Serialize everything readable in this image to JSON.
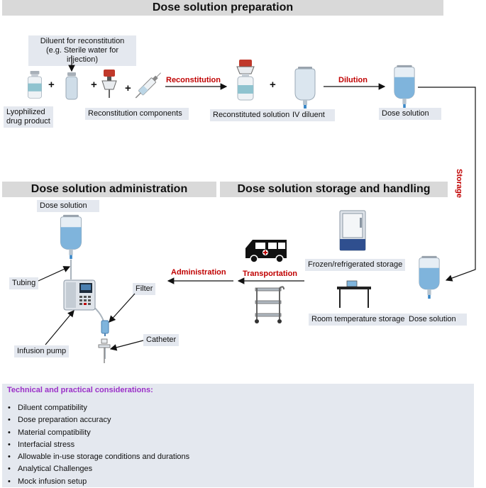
{
  "headers": {
    "preparation": "Dose solution preparation",
    "administration": "Dose solution administration",
    "storage_handling": "Dose solution storage and handling"
  },
  "preparation": {
    "diluent_label_line1": "Diluent for reconstitution",
    "diluent_label_line2": "(e.g. Sterile water for injection)",
    "lyophilized_line1": "Lyophilized",
    "lyophilized_line2": "drug product",
    "components": "Reconstitution components",
    "reconstituted": "Reconstituted solution",
    "iv_diluent": "IV diluent",
    "dose_solution": "Dose solution",
    "plus": "+"
  },
  "steps": {
    "reconstitution": "Reconstitution",
    "dilution": "Dilution",
    "storage": "Storage",
    "transportation": "Transportation",
    "administration": "Administration"
  },
  "storage": {
    "frozen": "Frozen/refrigerated storage",
    "room": "Room temperature storage",
    "dose_solution": "Dose solution"
  },
  "administration": {
    "dose_solution": "Dose solution",
    "tubing": "Tubing",
    "filter": "Filter",
    "catheter": "Catheter",
    "pump": "Infusion pump"
  },
  "considerations": {
    "title": "Technical and practical considerations:",
    "items": [
      "Diluent compatibility",
      "Dose preparation accuracy",
      "Material compatibility",
      "Interfacial stress",
      "Allowable in-use storage conditions and durations",
      "Analytical Challenges",
      "Mock infusion setup"
    ]
  },
  "colors": {
    "accent_red": "#c00000",
    "title_purple": "#9b30c8",
    "banner_gray": "#d9d9d9",
    "label_bg": "#e4e8ef",
    "solution_blue": "#7fb4dc"
  }
}
